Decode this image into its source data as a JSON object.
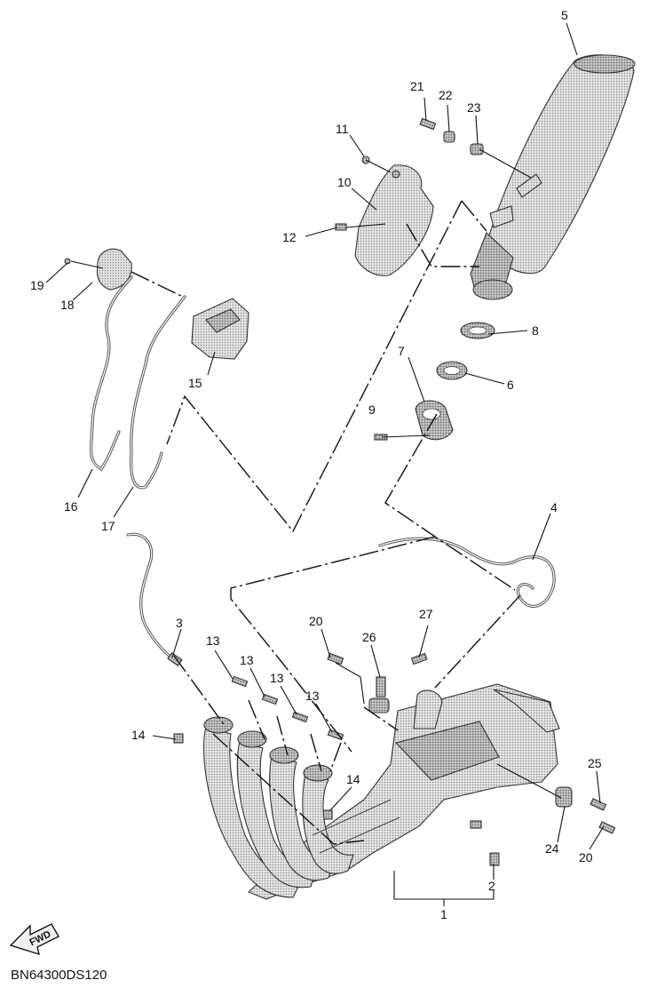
{
  "drawing_code": "BN64300DS120",
  "fwd_label": "FWD",
  "callouts": {
    "p1": "1",
    "p2": "2",
    "p3": "3",
    "p4": "4",
    "p5": "5",
    "p6": "6",
    "p7": "7",
    "p8": "8",
    "p9": "9",
    "p10": "10",
    "p11": "11",
    "p12": "12",
    "p13a": "13",
    "p13b": "13",
    "p13c": "13",
    "p13d": "13",
    "p14a": "14",
    "p14b": "14",
    "p15": "15",
    "p16": "16",
    "p17": "17",
    "p18": "18",
    "p19": "19",
    "p20a": "20",
    "p20b": "20",
    "p21": "21",
    "p22": "22",
    "p23": "23",
    "p24": "24",
    "p25": "25",
    "p26": "26",
    "p27": "27"
  }
}
